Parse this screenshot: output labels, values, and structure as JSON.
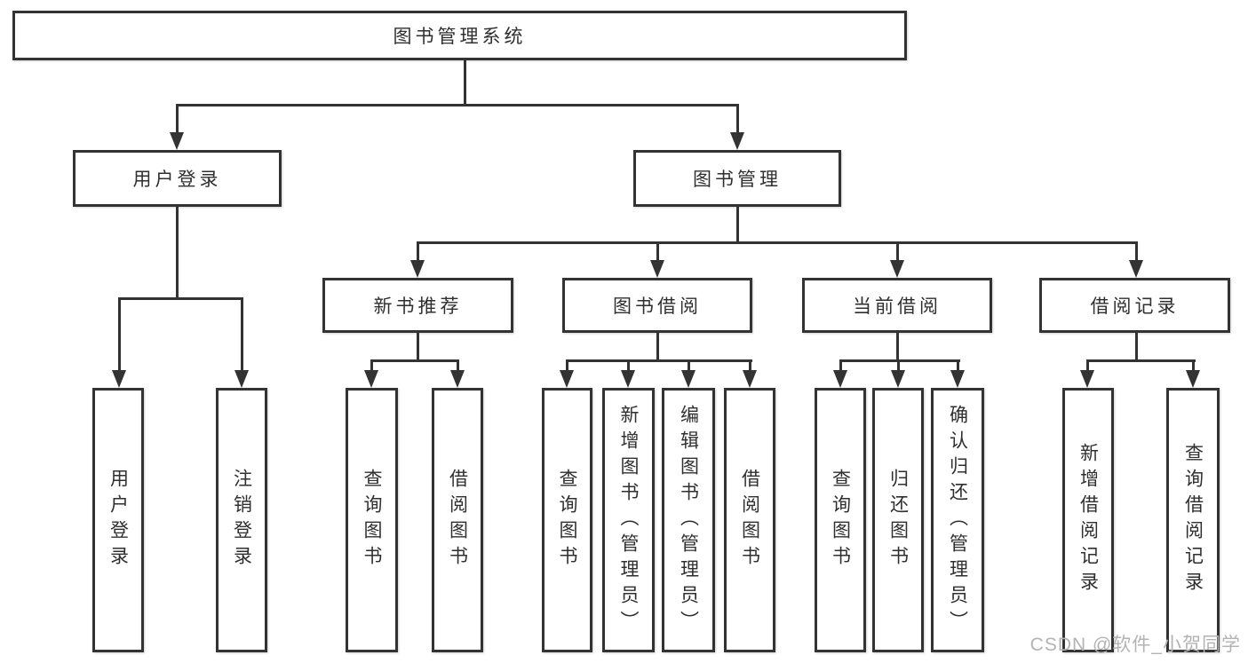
{
  "diagram": {
    "watermark": "CSDN @软件_小贺同学",
    "colors": {
      "line": "#333333",
      "text": "#2f2f2f",
      "background": "#ffffff",
      "watermark": "#b3b3b3"
    },
    "tree": {
      "label": "图书管理系统",
      "children": [
        {
          "label": "用户登录",
          "children": [
            {
              "label": "用户登录"
            },
            {
              "label": "注销登录"
            }
          ]
        },
        {
          "label": "图书管理",
          "children": [
            {
              "label": "新书推荐",
              "children": [
                {
                  "label": "查询图书"
                },
                {
                  "label": "借阅图书"
                }
              ]
            },
            {
              "label": "图书借阅",
              "children": [
                {
                  "label": "查询图书"
                },
                {
                  "label": "新增图书（管理员）"
                },
                {
                  "label": "编辑图书（管理员）"
                },
                {
                  "label": "借阅图书"
                }
              ]
            },
            {
              "label": "当前借阅",
              "children": [
                {
                  "label": "查询图书"
                },
                {
                  "label": "归还图书"
                },
                {
                  "label": "确认归还（管理员）"
                }
              ]
            },
            {
              "label": "借阅记录",
              "children": [
                {
                  "label": "新增借阅记录"
                },
                {
                  "label": "查询借阅记录"
                }
              ]
            }
          ]
        }
      ]
    }
  }
}
